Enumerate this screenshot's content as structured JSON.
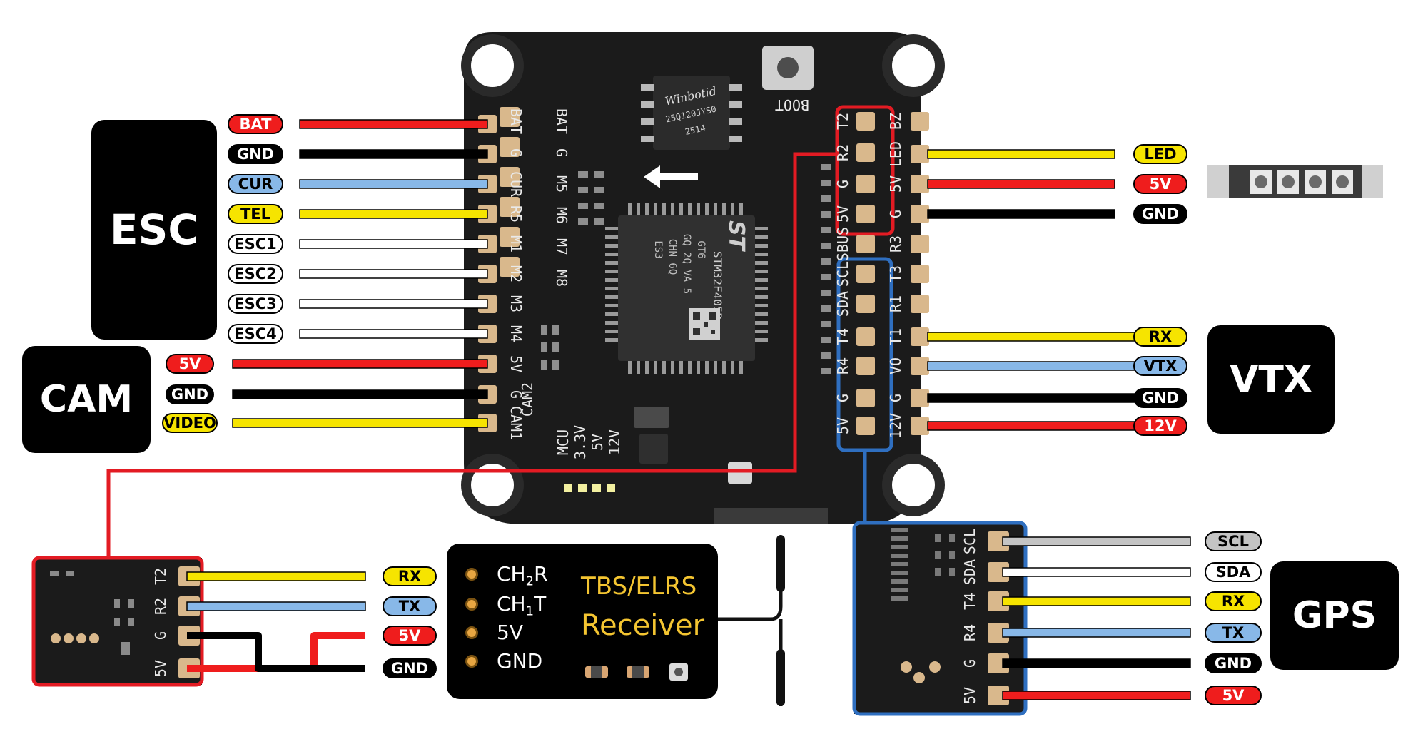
{
  "groups": {
    "esc": "ESC",
    "cam": "CAM",
    "vtx": "VTX",
    "gps": "GPS"
  },
  "esc_wires": [
    "BAT",
    "GND",
    "CUR",
    "TEL",
    "ESC1",
    "ESC2",
    "ESC3",
    "ESC4"
  ],
  "cam_wires": [
    "5V",
    "GND",
    "VIDEO"
  ],
  "led_wires": [
    "LED",
    "5V",
    "GND"
  ],
  "vtx_wires": [
    "RX",
    "VTX",
    "GND",
    "12V"
  ],
  "gps_wires": [
    "SCL",
    "SDA",
    "RX",
    "TX",
    "GND",
    "5V"
  ],
  "rx_module_wires": [
    "RX",
    "TX",
    "5V",
    "GND"
  ],
  "receiver": {
    "title": "TBS/ELRS",
    "subtitle": "Receiver",
    "pins": [
      {
        "main": "CH",
        "sub": "2",
        "tail": "R"
      },
      {
        "main": "CH",
        "sub": "1",
        "tail": "T"
      },
      {
        "main": "5V",
        "sub": "",
        "tail": ""
      },
      {
        "main": "GND",
        "sub": "",
        "tail": ""
      }
    ]
  },
  "board": {
    "flash_brand": "Winbotid",
    "flash_code": "25Q120JYS0",
    "flash_date": "2514",
    "mcu_brand": "ST",
    "mcu_model": "STM32F405R",
    "mcu_line2": "GT6",
    "mcu_line3": "GQ 2Q VA 5",
    "mcu_line4": "CHN 6Q",
    "mcu_line5": "ES3",
    "boot_label": "BOOT",
    "left_pads": [
      "BAT",
      "G",
      "CUR",
      "R5",
      "M1",
      "M2",
      "M3",
      "M4",
      "5V",
      "G",
      "CAM1"
    ],
    "left_pads_inner": [
      "BAT",
      "G",
      "M5",
      "M6",
      "M7",
      "M8"
    ],
    "right_pads": [
      "BZ",
      "LED",
      "5V",
      "G",
      "R3",
      "T3",
      "R1",
      "T1",
      "VO",
      "G",
      "12V"
    ],
    "right_pads_inner": [
      "T2",
      "R2",
      "G",
      "5V",
      "SBUS",
      "SCL",
      "SDA",
      "T4",
      "R4",
      "G",
      "5V"
    ],
    "bottom_labels": [
      "CAM2",
      "MCU",
      "3.3V",
      "5V",
      "12V"
    ]
  },
  "gps_pads": [
    "SCL",
    "SDA",
    "T4",
    "R4",
    "G",
    "5V"
  ],
  "rx_module_pads": [
    "T2",
    "R2",
    "G",
    "5V"
  ],
  "colors": {
    "red": "#ef1d1d",
    "black": "#000000",
    "blue": "#88b8e8",
    "yellow": "#f6e400",
    "white": "#ffffff",
    "grey": "#c4c4c4",
    "highlight_red": "#e31b23",
    "highlight_blue": "#2f6fc0",
    "pcb": "#1b1b1b",
    "pad": "#d9b88c"
  }
}
